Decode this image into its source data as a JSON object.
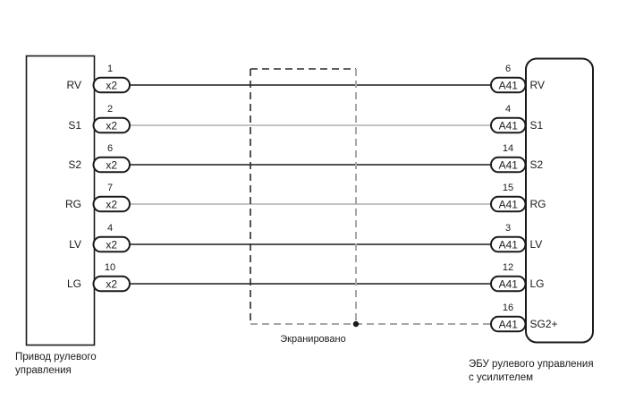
{
  "left_component": {
    "caption_line1": "Привод рулевого",
    "caption_line2": "управления",
    "connector_label": "x2"
  },
  "right_component": {
    "caption_line1": "ЭБУ рулевого управления",
    "caption_line2": "с усилителем",
    "connector_label": "A41"
  },
  "shield": {
    "label": "Экранировано"
  },
  "wires": [
    {
      "signal": "RV",
      "left_pin": "1",
      "right_pin": "6",
      "color": "#1a1a1a"
    },
    {
      "signal": "S1",
      "left_pin": "2",
      "right_pin": "4",
      "color": "#aeaeae"
    },
    {
      "signal": "S2",
      "left_pin": "6",
      "right_pin": "14",
      "color": "#1a1a1a"
    },
    {
      "signal": "RG",
      "left_pin": "7",
      "right_pin": "15",
      "color": "#aeaeae"
    },
    {
      "signal": "LV",
      "left_pin": "4",
      "right_pin": "3",
      "color": "#1a1a1a"
    },
    {
      "signal": "LG",
      "left_pin": "10",
      "right_pin": "12",
      "color": "#1a1a1a"
    }
  ],
  "shield_wire": {
    "signal": "SG2+",
    "right_pin": "16"
  },
  "colors": {
    "wire_black": "#1a1a1a",
    "wire_gray": "#aeaeae",
    "shield_dash_dark": "#2a2a2a",
    "shield_dash_gray": "#a6a6a6"
  }
}
